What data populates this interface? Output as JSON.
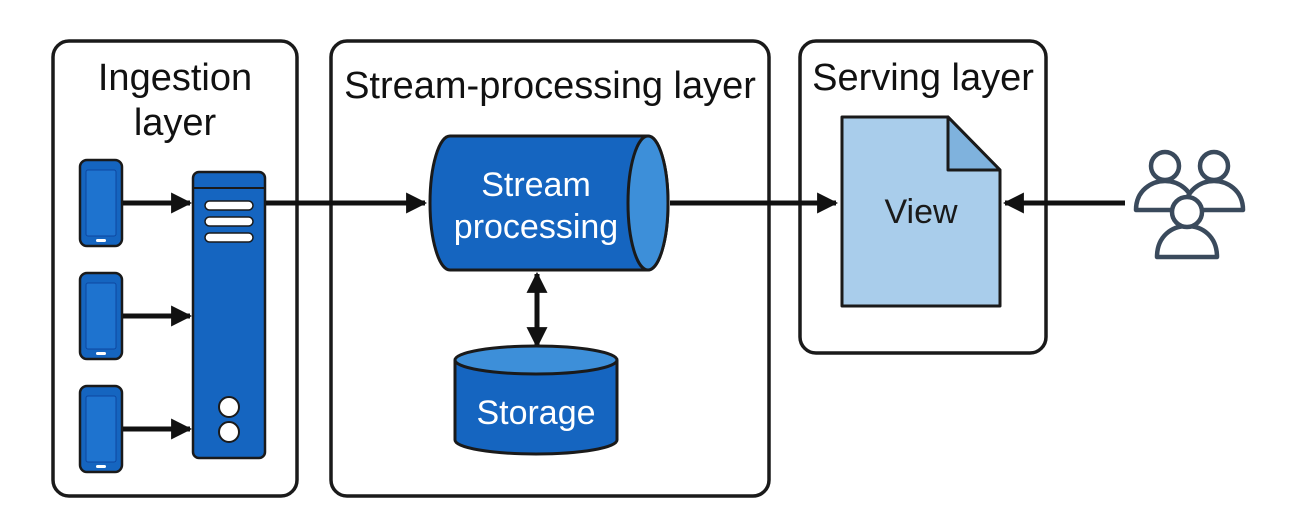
{
  "layers": {
    "ingestion": {
      "title_line1": "Ingestion",
      "title_line2": "layer"
    },
    "stream": {
      "title": "Stream-processing layer"
    },
    "serving": {
      "title": "Serving layer"
    }
  },
  "nodes": {
    "stream_processing": {
      "line1": "Stream",
      "line2": "processing"
    },
    "storage": {
      "label": "Storage"
    },
    "view": {
      "label": "View"
    }
  },
  "icons": {
    "devices": [
      "smartphone-icon",
      "smartphone-icon",
      "smartphone-icon"
    ],
    "server": "server-icon",
    "users": "users-group-icon"
  },
  "colors": {
    "primary_blue": "#1565c0",
    "light_blue": "#a9cdeb",
    "outline": "#1a1a1a",
    "users_stroke": "#3a4a5c"
  }
}
